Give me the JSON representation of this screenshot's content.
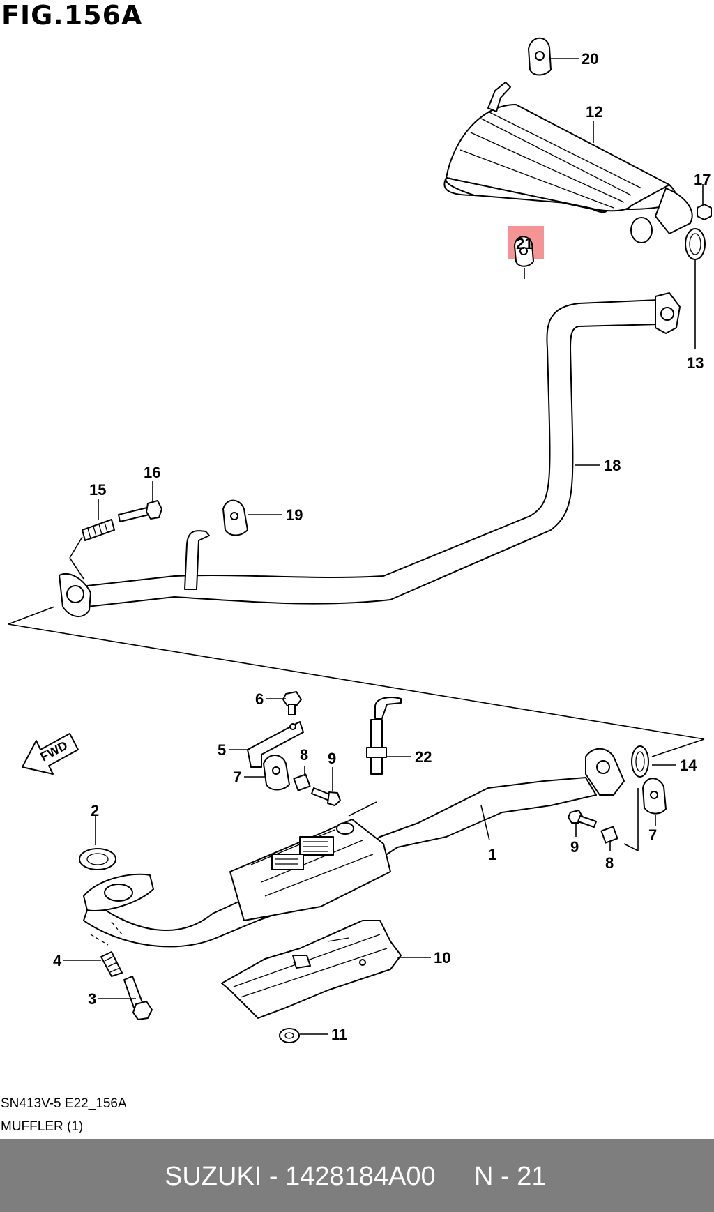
{
  "figure": {
    "title": "FIG.156A",
    "diagram_code": "SN413V-5 E22_156A",
    "subtitle": "MUFFLER (1)"
  },
  "callouts": [
    "1",
    "2",
    "3",
    "4",
    "5",
    "6",
    "7",
    "7",
    "8",
    "8",
    "9",
    "9",
    "10",
    "11",
    "12",
    "13",
    "14",
    "15",
    "16",
    "17",
    "18",
    "19",
    "20",
    "21",
    "22"
  ],
  "highlight": {
    "number": "21",
    "color": "#f59494"
  },
  "fwd_label": "FWD",
  "footer": {
    "part_number_text": "SUZUKI - 1428184A00",
    "reference_text": "N - 21",
    "background": "#7e7e7e"
  }
}
